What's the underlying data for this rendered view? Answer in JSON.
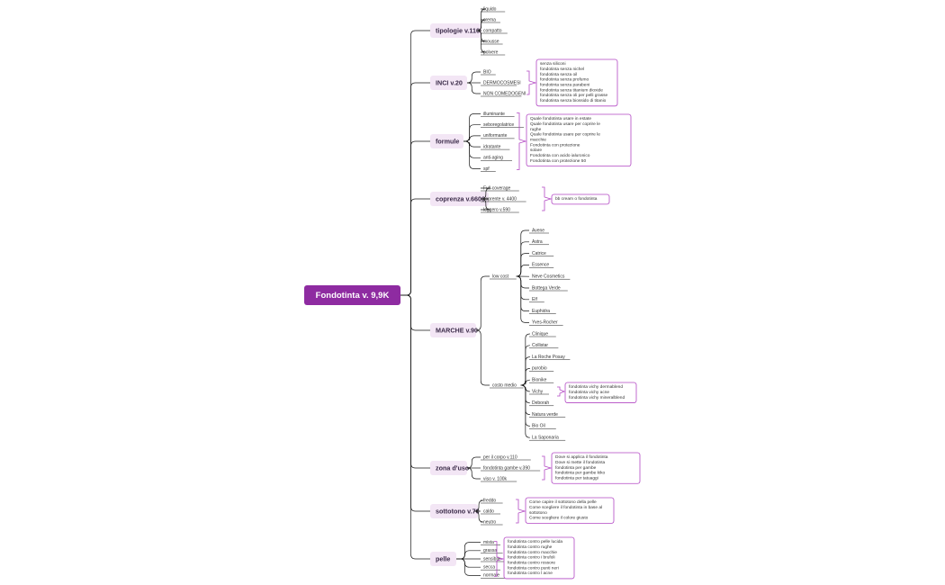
{
  "root": {
    "label": "Fondotinta v. 9,9K",
    "color": "#8e2ba1"
  },
  "colors": {
    "branch_fill": "#f3e6f5",
    "accent": "#b247c4",
    "line": "#1a1a1a"
  },
  "branches": [
    {
      "label": "tipologie v.110",
      "children": [
        "liquido",
        "crema",
        "compatto",
        "mousse",
        "polvere"
      ]
    },
    {
      "label": "INCI v.20",
      "children": [
        "BIO",
        "DERMOCOSMESI",
        "NON COMEDOGENI"
      ],
      "note": [
        "senza siliconi",
        "fondotinta senza nichel",
        "fondotinta senza oil",
        "fondotinta senza profumo",
        "fondotinta senza parabeni",
        "fondotinta senza titanium dioxide",
        "fondotinta senza oli per pelli grasse",
        "fondotinta senza biossido di titanio"
      ]
    },
    {
      "label": "formule",
      "children": [
        "illuminante",
        "seboregolatrice",
        "uniformante",
        "idratante",
        "anti-aging",
        "spf"
      ],
      "note": [
        "Quale fondotinta usare in estate",
        "Quale fondotinta usare per coprire le",
        "rughe",
        "Quale fondotinta usare per coprire le",
        "macchie",
        "Fondotinta con protezione",
        "solare",
        "   Fondotinta con acido ialuronico",
        "Fondotinta con protezione 50"
      ]
    },
    {
      "label": "coprenza v.6600",
      "children": [
        "Full-coverage",
        "coprente v. 4400",
        "leggero v.590"
      ],
      "note": [
        "bb cream o fondotinta"
      ]
    },
    {
      "label": "MARCHE v.90",
      "groups": [
        {
          "label": "low cost",
          "children": [
            "Avene",
            "Astra",
            "Catrice",
            "Essence",
            "Neve Cosmetics",
            "Bottega Verde",
            "Elf",
            "Euphidra",
            "Yves-Rocher"
          ]
        },
        {
          "label": "costo medio",
          "children": [
            "Clinique",
            "Collistar",
            "La Roche Posay",
            "purobio",
            "Bionike",
            "Vichy",
            "Deborah",
            "Natura verde",
            "Bio  Oil",
            "La Saponaria"
          ],
          "vichy_note": [
            "fondotinta vichy dermablend",
            "fondotinta vichy acne",
            "fondotinta vichy mineralblend"
          ]
        }
      ]
    },
    {
      "label": "zona d'uso",
      "children": [
        "per il corpo v.110",
        "fondotinta gambe v.390",
        "viso v. 100k"
      ],
      "note": [
        "Dove si applica il fondotinta",
        "Dove si mette il fondotinta",
        "fondotinta per gambe",
        "fondotinta per gambe kiko",
        "fondotinta per tatuaggi"
      ]
    },
    {
      "label": "sottotono v.70",
      "children": [
        "freddo",
        "caldo",
        "neutro"
      ],
      "note": [
        "Come capire il sottotono della pelle",
        "Come scegliere il fondotinta in base al",
        "sottotono",
        "Come scegliere il colore giusto"
      ]
    },
    {
      "label": "pelle",
      "children": [
        "mista",
        "grassa",
        "sensibile",
        "secca",
        "normale"
      ],
      "note": [
        "fondotinta contro pelle lucida",
        "fondotinta contro rughe",
        "fondotinta contro macchie",
        "fondotinta contro i brufoli",
        "fondotinta contro rossore",
        "fondotinta contro punti neri",
        "fondotinta contro l acne"
      ]
    }
  ]
}
